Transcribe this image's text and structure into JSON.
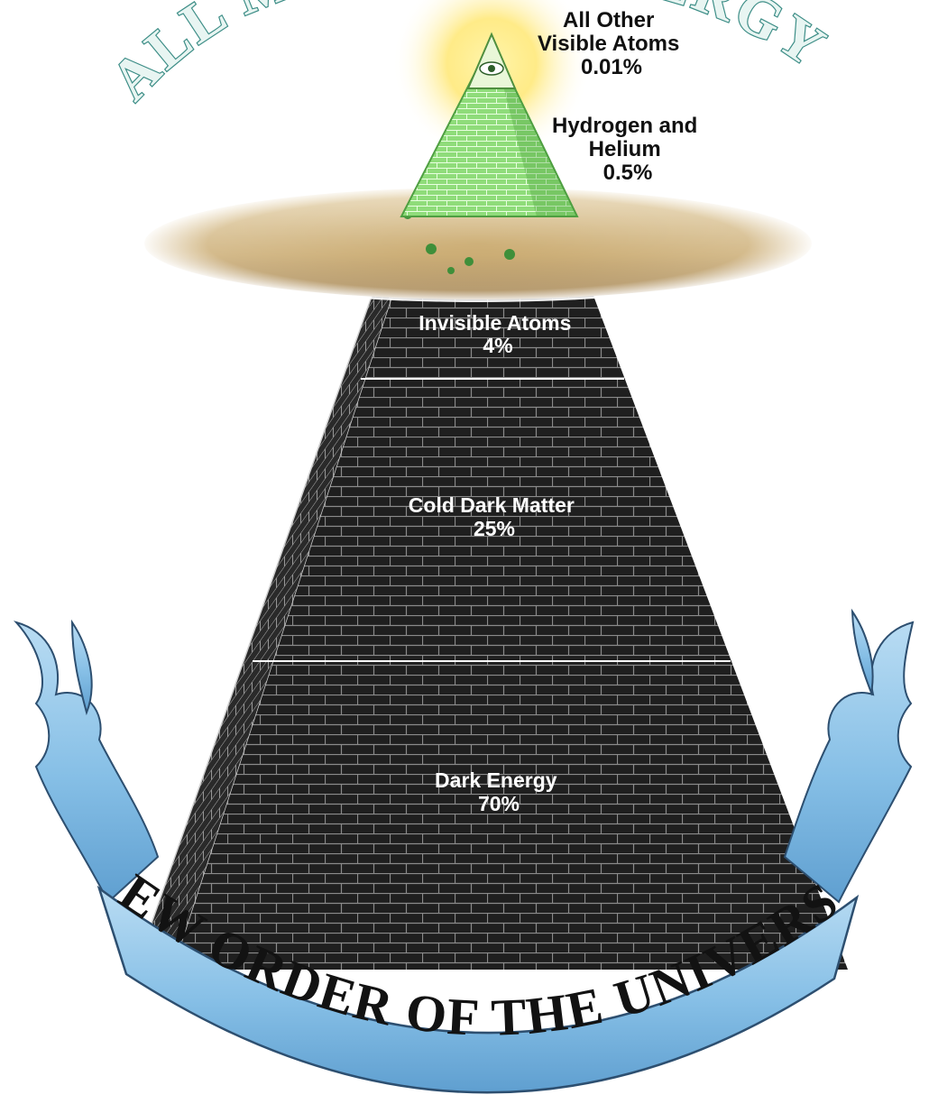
{
  "top_arc": {
    "left_text": "ALL M",
    "right_text": "ERGY"
  },
  "capstone": {
    "label_line1": "All Other",
    "label_line2": "Visible Atoms",
    "value": "0.01%"
  },
  "green_pyramid": {
    "label_line1": "Hydrogen and",
    "label_line2": "Helium",
    "value": "0.5%"
  },
  "tiers": [
    {
      "label": "Invisible Atoms",
      "value": "4%"
    },
    {
      "label": "Cold Dark Matter",
      "value": "25%"
    },
    {
      "label": "Dark Energy",
      "value": "70%"
    }
  ],
  "banner": {
    "text": "NEW ORDER OF THE UNIVERSE"
  },
  "colors": {
    "brick_face": "#1f1f1f",
    "mortar": "#8a8a8a",
    "ribbon": "#8ec4e8",
    "green_pyramid": "#7ed36b",
    "arc_text_stroke": "#3c8d86"
  }
}
